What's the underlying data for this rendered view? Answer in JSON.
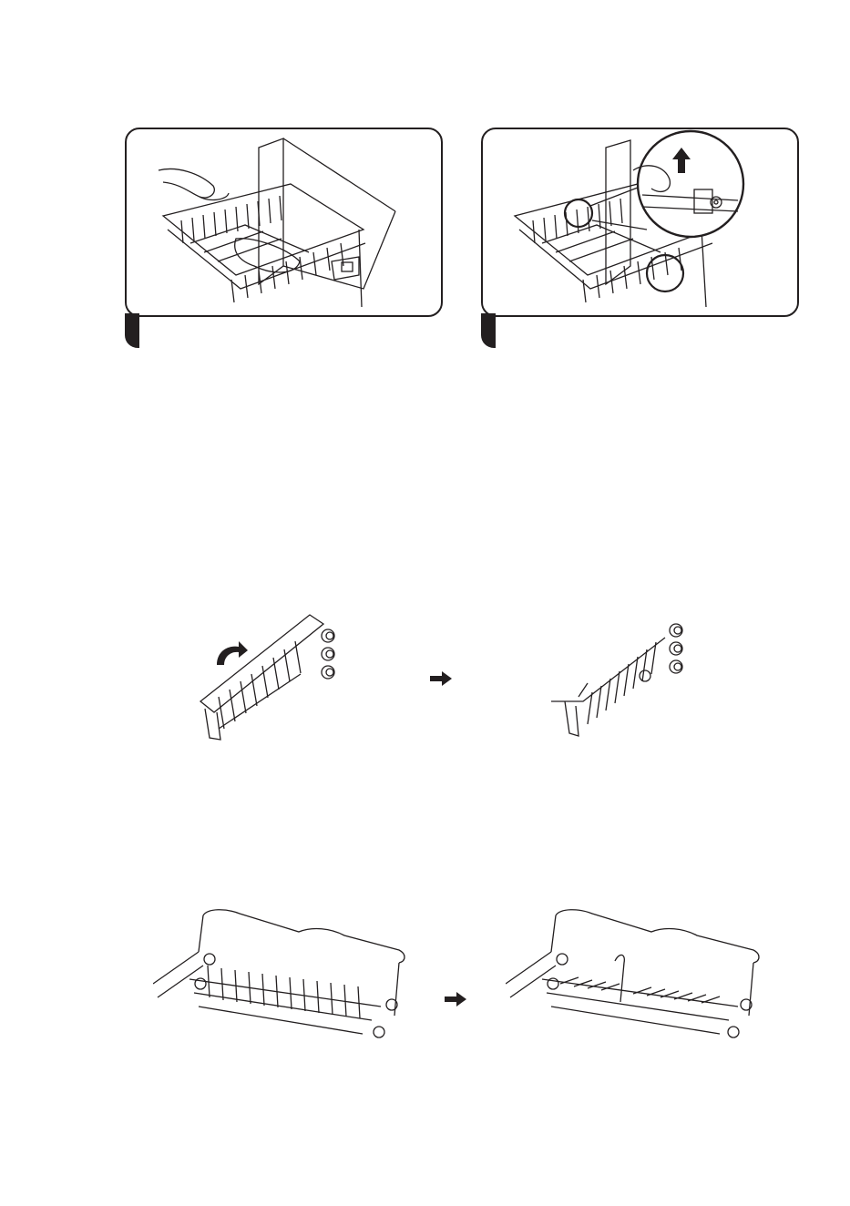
{
  "page": {
    "background": "#ffffff",
    "ink_color": "#231f20"
  },
  "figures": [
    {
      "id": "fig-remove-upper-basket",
      "icon": "hands-lifting-basket"
    },
    {
      "id": "fig-release-rail-stopper",
      "icon": "lift-up-arrow-detail"
    },
    {
      "id": "fig-fold-cup-shelf",
      "icon": "curved-rotate-arrow"
    },
    {
      "id": "fig-fold-lower-tines",
      "icon": "basket-tines"
    }
  ]
}
